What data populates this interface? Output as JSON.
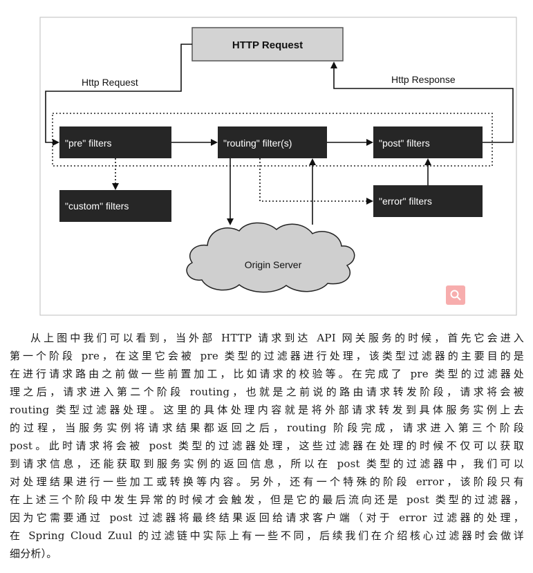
{
  "diagram": {
    "http_request_box": "HTTP Request",
    "label_http_request": "Http Request",
    "label_http_response": "Http Response",
    "pre_filters": "\"pre\" filters",
    "routing_filter": "\"routing\" filter(s)",
    "post_filters": "\"post\" filters",
    "custom_filters": "\"custom\" filters",
    "error_filters": "\"error\" filters",
    "origin_server": "Origin Server"
  },
  "search_icon": "search-icon",
  "paragraph": {
    "lines": [
      "从上图中我们可以看到，当外部 HTTP 请求到达 API 网关服务的时候，首先它会进入",
      "第一个阶段 pre，在这里它会被 pre 类型的过滤器进行处理，该类型过滤器的主要目的是",
      "在进行请求路由之前做一些前置加工，比如请求的校验等。在完成了 pre 类型的过滤器处",
      "理之后，请求进入第二个阶段 routing，也就是之前说的路由请求转发阶段，请求将会被",
      "routing 类型过滤器处理。这里的具体处理内容就是将外部请求转发到具体服务实例上去",
      "的过程，当服务实例将请求结果都返回之后，routing 阶段完成，请求进入第三个阶段",
      "post。此时请求将会被 post 类型的过滤器处理，这些过滤器在处理的时候不仅可以获取",
      "到请求信息，还能获取到服务实例的返回信息，所以在 post 类型的过滤器中，我们可以",
      "对处理结果进行一些加工或转换等内容。另外，还有一个特殊的阶段 error，该阶段只有",
      "在上述三个阶段中发生异常的时候才会触发，但是它的最后流向还是 post 类型的过滤器，",
      "因为它需要通过 post 过滤器将最终结果返回给请求客户端（对于 error 过滤器的处理，",
      "在 Spring Cloud Zuul 的过滤链中实际上有一些不同，后续我们在介绍核心过滤器时会做详",
      "细分析）。"
    ]
  }
}
